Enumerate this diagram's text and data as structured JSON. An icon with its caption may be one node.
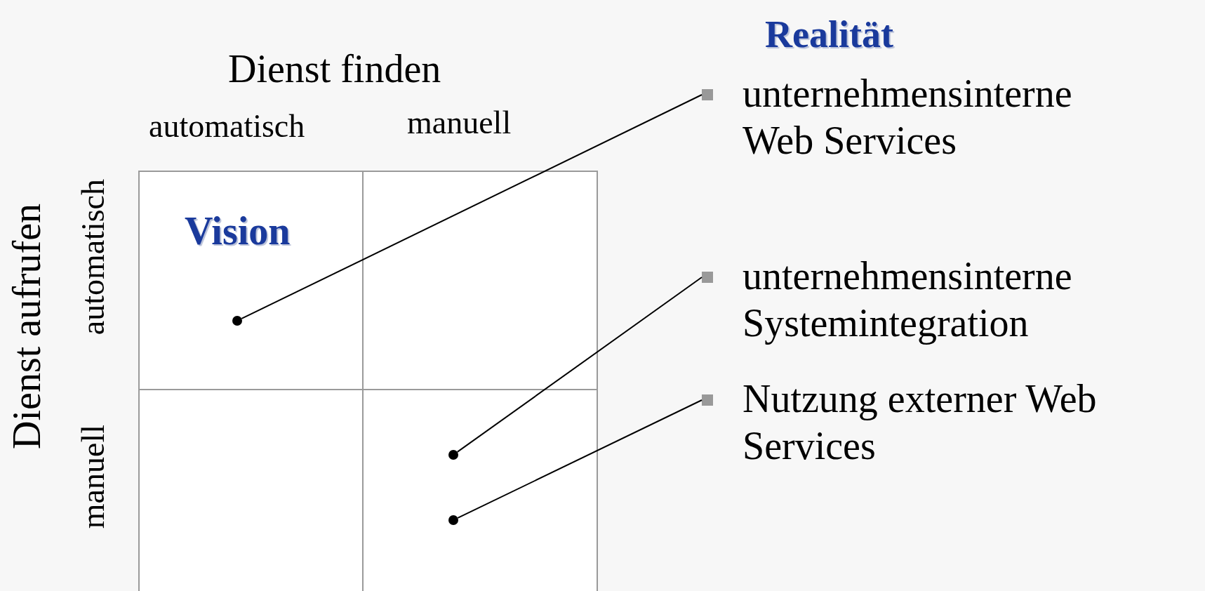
{
  "diagram": {
    "nodes": [
      {
        "text": [
          "Vision"
        ]
      },
      {
        "text": [],
        "shape": "box"
      },
      {
        "text": [],
        "shape": "box"
      },
      {
        "text": [],
        "shape": "box"
      },
      {
        "text": [],
        "shape": "circle",
        "in": 0
      },
      {
        "text": [],
        "shape": "circle",
        "in": 3
      },
      {
        "text": [],
        "shape": "circle",
        "in": 3
      },
      {
        "text": [
          "unternehmensinterne Web Services"
        ]
      },
      {
        "text": [
          "unternehmensinterne Systemintegration"
        ]
      },
      {
        "text": [
          "Nutzung externer Web Services"
        ]
      }
    ],
    "edges": [
      {
        "from": 7,
        "to": 4,
        "arrow": "none"
      },
      {
        "from": 8,
        "to": 5,
        "arrow": "none"
      },
      {
        "from": 9,
        "to": 6,
        "arrow": "none"
      }
    ],
    "labels": [
      "Realität",
      "Dienst finden",
      "automatisch",
      "manuell",
      "Dienst aufrufen",
      "automatisch",
      "manuell"
    ]
  }
}
